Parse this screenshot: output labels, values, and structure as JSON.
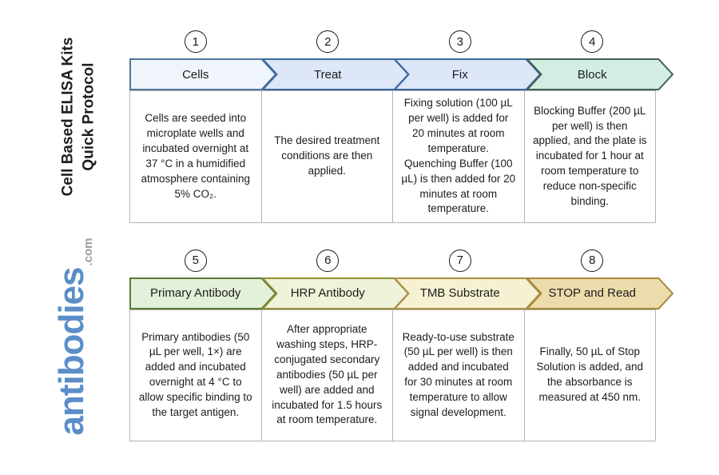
{
  "sidebar": {
    "title_line1": "Cell Based ELISA Kits",
    "title_line2": "Quick Protocol",
    "logo_main": "antibodies",
    "logo_suffix": ".com",
    "logo_color": "#5b8ec8",
    "logo_suffix_color": "#9a9a9a"
  },
  "steps": [
    {
      "number": "1",
      "label": "Cells",
      "fill": "#eff5fa",
      "stroke": "#53779e",
      "description": "Cells are seeded into microplate wells and incubated overnight at 37 °C in a humidified atmosphere containing 5% CO₂."
    },
    {
      "number": "2",
      "label": "Treat",
      "fill": "#dde7f8",
      "stroke": "#3e689f",
      "description": "The desired treatment conditions are then applied."
    },
    {
      "number": "3",
      "label": "Fix",
      "fill": "#dde7f8",
      "stroke": "#3e689f",
      "description": "Fixing solution (100 µL per well) is added for 20 minutes at room temperature. Quenching Buffer (100 µL) is then added for 20 minutes at room temperature."
    },
    {
      "number": "4",
      "label": "Block",
      "fill": "#d4ede2",
      "stroke": "#40605a",
      "description": "Blocking Buffer (200 µL per well) is then applied, and the plate is incubated for 1 hour at room temperature to reduce non-specific binding."
    },
    {
      "number": "5",
      "label": "Primary Antibody",
      "fill": "#e3f0da",
      "stroke": "#567a31",
      "description": "Primary antibodies (50 µL per well, 1×) are added and incubated overnight at 4 °C to allow specific binding to the target antigen."
    },
    {
      "number": "6",
      "label": "HRP Antibody",
      "fill": "#eef3d9",
      "stroke": "#948d36",
      "description": "After appropriate washing steps, HRP-conjugated secondary antibodies (50 µL per well) are added and incubated for 1.5 hours at room temperature."
    },
    {
      "number": "7",
      "label": "TMB Substrate",
      "fill": "#f6f1d3",
      "stroke": "#ab8f3e",
      "description": "Ready-to-use substrate (50 µL per well) is then added and incubated for 30 minutes at room temperature to allow signal development."
    },
    {
      "number": "8",
      "label": "STOP and Read",
      "fill": "#ecdcab",
      "stroke": "#a8883a",
      "description": "Finally, 50 µL of Stop Solution is added, and the absorbance is measured at 450 nm."
    }
  ]
}
